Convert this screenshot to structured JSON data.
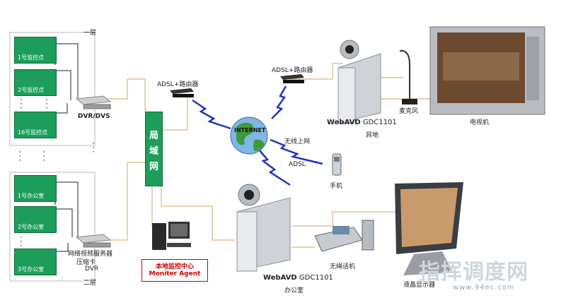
{
  "floor1_label": "一层",
  "floor2_label": "二层",
  "monitor_points": [
    "1号监控点",
    "2号监控点",
    "16号监控点"
  ],
  "offices": [
    "1号办公室",
    "2号办公室",
    "3号办公室"
  ],
  "dvr_label": "DVR/DVS",
  "server_label": [
    "网络视频服务器",
    "压缩卡",
    "DVR"
  ],
  "lan_label": [
    "局",
    "域",
    "网"
  ],
  "router_label_left": "ADSL+路由器",
  "router_label_right": "ADSL+路由器",
  "internet_label": "INTERNET",
  "wireless_label": "无线上网",
  "adsl_label": "ADSL",
  "phone_label": "手机",
  "remote": {
    "brand": "WebAVD",
    "model": "GDC1101",
    "place": "异地"
  },
  "office": {
    "brand": "WebAVD",
    "model": "GDC1101",
    "place": "办公室"
  },
  "mic_label": "麦克风",
  "tv_label": "电视机",
  "cordless_label": "无绳话机",
  "lcd_label": "液晶显示器",
  "local_center": [
    "本地监控中心",
    "Moniter Agent"
  ],
  "watermark": "指挥调度网",
  "watermark_url": "www.94ec.com"
}
